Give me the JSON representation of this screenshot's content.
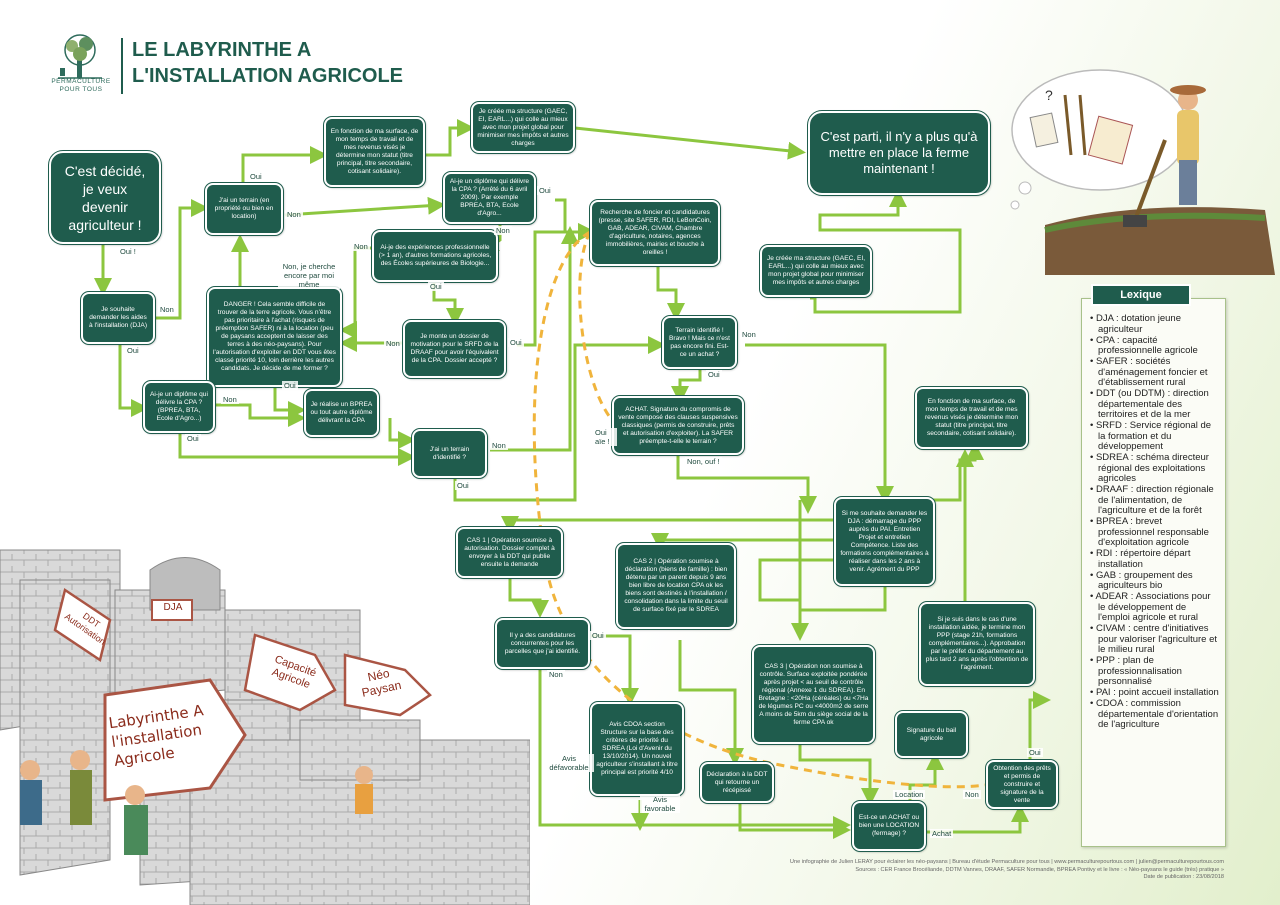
{
  "header": {
    "title_line1": "LE LABYRINTHE A",
    "title_line2": "L'INSTALLATION AGRICOLE",
    "logo_line1": "PERMACULTURE",
    "logo_line2": "POUR TOUS"
  },
  "nodes": {
    "start": "C'est décidé, je veux devenir agriculteur !",
    "end": "C'est parti, il n'y a plus qu'à mettre en place la ferme maintenant !",
    "demander_aides": "Je souhaite demander les aides à l'installation (DJA)",
    "terrain": "J'ai un terrain (en propriété ou bien en location)",
    "revenus_top": "En fonction de ma surface, de mon temps de travail et de mes revenus visés je détermine mon statut (titre principal, titre secondaire, cotisant solidaire).",
    "structure_top": "Je créée ma structure (GAEC, EI, EARL...) qui colle au mieux avec mon projet global pour minimiser mes impôts et autres charges",
    "diplome_cpa": "Ai-je un diplôme qui délivre la CPA ? (Arrêté du 6 avril 2009). Par exemple BPREA, BTA, Ecole d'Agro...",
    "experiences": "Ai-je des expériences professionnelle (> 1 an), d'autres formations agricoles, des Écoles supérieures de Biologie...",
    "danger": "DANGER ! Cela semble difficile de trouver de la terre agricole. Vous n'être pas prioritaire à l'achat (risques de préemption SAFER) ni à la location (peu de paysans acceptent de laisser des terres à des néo-paysans). Pour l'autorisation d'exploiter en DDT vous êtes classé priorité 10, loin derrière les autres candidats. Je décide de me former ?",
    "dossier_srfd": "Je monte un dossier de motivation pour le SRFD de la DRAAF pour avoir l'équivalent de la CPA. Dossier accepté ?",
    "recherche": "Recherche de foncier et candidatures (presse, site SAFER, RDI, LeBonCoin, GAB, ADEAR, CIVAM, Chambre d'agriculture, notaires, agences immobilières, mairies et bouche à oreilles !",
    "diplome_cpa2": "Ai-je un diplôme qui délivre la CPA ? (BPREA, BTA, Ecole d'Agro...)",
    "bprea": "Je réalise un BPREA ou tout autre diplôme délivrant la CPA",
    "terrain_identifie_q": "J'ai un terrain d'identifié ?",
    "terrain_identifie": "Terrain identifié ! Bravo ! Mais ce n'est pas encore fini. Est-ce un achat ?",
    "achat": "ACHAT. Signature du compromis de vente composé des clauses suspensives classiques (permis de construire, prêts et autorisation d'exploiter). La SAFER préempte-t-elle le terrain ?",
    "structure_right": "Je créée ma structure (GAEC, EI, EARL...) qui colle au mieux avec mon projet global pour minimiser mes impôts et autres charges",
    "revenus_right": "En fonction de ma surface, de mon temps de travail et de mes revenus visés je détermine mon statut (titre principal, titre secondaire, cotisant solidaire).",
    "dja_ppp": "Si me souhaite demander les DJA : démarrage du PPP auprès du PAI. Entretien Projet et entretien Compétence. Liste des formations complémentaires à réaliser dans les 2 ans à venir. Agrément du PPP",
    "cas1": "CAS 1 | Opération soumise à autorisation. Dossier complet à envoyer à la DDT qui publie ensuite la demande",
    "cas2": "CAS 2 | Opération soumise à déclaration (biens de famille) : bien détenu par un parent depuis 9 ans bien libre de location CPA ok les biens sont destinés à l'installation / consolidation dans la limite du seuil de surface fixé par le SDREA",
    "candidatures": "Il y a des candidatures concurrentes pour les parcelles que j'ai identifié.",
    "cas3": "CAS 3 | Opération non soumise à contrôle. Surface exploitée pondérée après projet < au seuil de contrôle régional (Annexe 1 du SDREA). En Bretagne : <20Ha (céréales) ou <7Ha de légumes PC ou <4000m2 de serre A moins de 5km du siège social de la ferme CPA ok",
    "installation_aidee": "Si je suis dans le cas d'une installation aidée, je termine mon PPP (stage 21h, formations complémentaires...). Approbation par le préfet du département au plus tard 2 ans après l'obtention de l'agrément.",
    "cdoa": "Avis CDOA section Structure sur la base des critères de priorité du SDREA (Loi d'Avenir du 13/10/2014). Un nouvel agriculteur s'installant à titre principal est priorité 4/10",
    "declaration_ddt": "Déclaration à la DDT qui retourne un récépissé",
    "signature_bail": "Signature du bail agricole",
    "achat_location": "Est-ce un ACHAT ou bien une LOCATION (fermage) ?",
    "obtention_prets": "Obtention des prêts et permis de construire et signature de la vente"
  },
  "edge_labels": {
    "oui_start": "Oui !",
    "non1": "Non",
    "oui1": "Oui",
    "oui_terrain": "Oui",
    "non_terrain": "Non",
    "oui_cpa": "Oui",
    "non_cpa": "Non",
    "non_exp": "Non",
    "oui_exp": "Oui",
    "non_cherche": "Non, je cherche encore par moi même",
    "oui_danger": "Oui",
    "non_srfd": "Non",
    "oui_srfd": "Oui",
    "non_cpa2": "Non",
    "oui_cpa2": "Oui",
    "non_identifie": "Non",
    "oui_identifie": "Oui",
    "non_achat": "Non",
    "oui_achat": "Oui",
    "oui_aie": "Oui aïe !",
    "non_ouf": "Non, ouf !",
    "oui_candid": "Oui",
    "non_candid": "Non",
    "avis_defav": "Avis défavorable",
    "avis_fav": "Avis favorable",
    "location": "Location",
    "achat": "Achat",
    "non_prets": "Non",
    "oui_prets": "Oui"
  },
  "scene": {
    "sign_labyrinthe": "Labyrinthe A l'installation Agricole",
    "sign_ddt": "DDT Autorisation",
    "sign_dja": "DJA",
    "sign_capacite": "Capacité Agricole",
    "sign_neo": "Néo Paysan"
  },
  "lexique": {
    "title": "Lexique",
    "items": [
      "• DJA : dotation jeune agriculteur",
      "• CPA : capacité professionnelle agricole",
      "• SAFER : sociétés d'aménagement foncier et d'établissement rural",
      "• DDT (ou DDTM) : direction départementale des territoires et de la mer",
      "• SRFD : Service régional de la formation et du développement",
      "• SDREA : schéma directeur régional des exploitations agricoles",
      "• DRAAF : direction régionale de l'alimentation, de l'agriculture et de la forêt",
      "• BPREA : brevet professionnel responsable d'exploitation agricole",
      "• RDI : répertoire départ installation",
      "• GAB : groupement des agriculteurs bio",
      "• ADEAR : Associations pour le développement de l'emploi agricole et rural",
      "• CIVAM : centre d'initiatives pour valoriser l'agriculture et le milieu rural",
      "• PPP : plan de professionnalisation personnalisé",
      "• PAI : point accueil installation",
      "• CDOA : commission départementale d'orientation de l'agriculture"
    ]
  },
  "footer": {
    "line1": "Une infographie de Julien LERAY pour éclairer les néo-paysans | Bureau d'étude Permaculture pour tous | www.permaculturepourtous.com | julien@permaculturepourtous.com",
    "line2": "Sources : CER France Brocéliande, DDTM Vannes, DRAAF, SAFER Normandie, BPREA Pontivy et le livre : « Néo-paysans le guide (très) pratique »",
    "line3": "Date de publication : 23/08/2018"
  },
  "colors": {
    "node_bg": "#1f5c4d",
    "arrow": "#8cc63f",
    "dashed": "#f0b43c",
    "title": "#1f5c4d"
  }
}
